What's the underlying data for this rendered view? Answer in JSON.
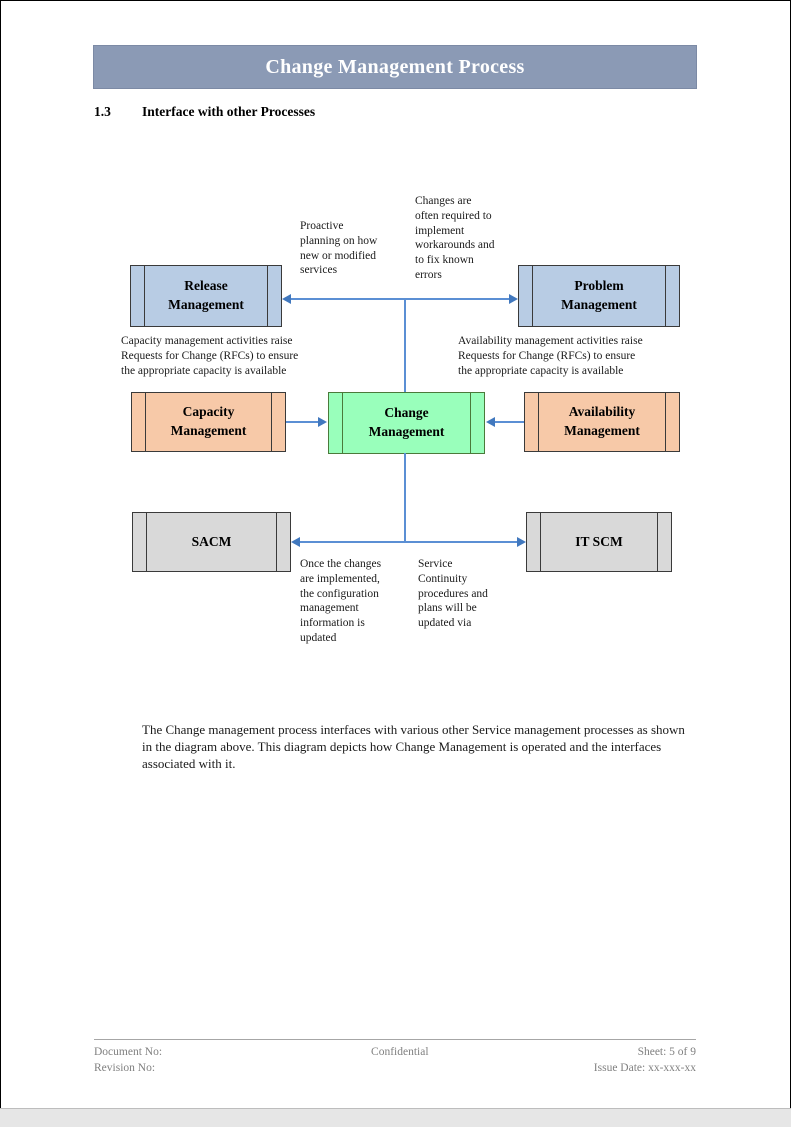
{
  "header": {
    "title": "Change Management Process"
  },
  "section": {
    "number": "1.3",
    "heading": "Interface with other Processes"
  },
  "colors": {
    "banner_bg": "#8B9AB5",
    "banner_text": "#FFFFFF",
    "box_blue": "#B8CCE4",
    "box_peach": "#F7C9A8",
    "box_green": "#99FFBB",
    "box_gray": "#D9D9D9",
    "connector": "#5B8FD4",
    "arrowhead": "#4178BE",
    "footer_text": "#808080"
  },
  "diagram": {
    "type": "process-interface-diagram",
    "boxes": [
      {
        "id": "release",
        "label": "Release\nManagement",
        "style": "blue",
        "row": "top",
        "column": "left"
      },
      {
        "id": "problem",
        "label": "Problem\nManagement",
        "style": "blue",
        "row": "top",
        "column": "right"
      },
      {
        "id": "capacity",
        "label": "Capacity\nManagement",
        "style": "peach",
        "row": "middle",
        "column": "left"
      },
      {
        "id": "change",
        "label": "Change\nManagement",
        "style": "green",
        "row": "middle",
        "column": "center"
      },
      {
        "id": "availability",
        "label": "Availability\nManagement",
        "style": "peach",
        "row": "middle",
        "column": "right"
      },
      {
        "id": "sacm",
        "label": "SACM",
        "style": "gray",
        "row": "bottom",
        "column": "left"
      },
      {
        "id": "itscm",
        "label": "IT SCM",
        "style": "gray",
        "row": "bottom",
        "column": "right"
      }
    ],
    "annotations": [
      {
        "id": "proactive-planning",
        "text": "Proactive\nplanning on how\nnew or modified\nservices",
        "relates_to": "release"
      },
      {
        "id": "changes-required",
        "text": "Changes are\noften required to\nimplement\nworkarounds and\nto fix known\nerrors",
        "relates_to": "problem"
      },
      {
        "id": "capacity-rfc",
        "text": "Capacity management activities raise\nRequests for Change (RFCs) to ensure\nthe appropriate capacity is available",
        "relates_to": "capacity"
      },
      {
        "id": "availability-rfc",
        "text": "Availability management activities raise\nRequests for Change (RFCs) to ensure\nthe appropriate capacity is available",
        "relates_to": "availability"
      },
      {
        "id": "configuration-update",
        "text": "Once the changes\nare implemented,\nthe configuration\nmanagement\ninformation is\nupdated",
        "relates_to": "sacm"
      },
      {
        "id": "service-continuity",
        "text": "Service\nContinuity\nprocedures and\nplans will be\nupdated via",
        "relates_to": "itscm"
      }
    ],
    "connectors": [
      {
        "id": "release-problem",
        "from": "release",
        "to": "problem",
        "direction": "bidirectional"
      },
      {
        "id": "capacity-change",
        "from": "capacity",
        "to": "change",
        "direction": "to-change"
      },
      {
        "id": "availability-change",
        "from": "availability",
        "to": "change",
        "direction": "to-change"
      },
      {
        "id": "change-up",
        "from": "change",
        "to": "release-problem",
        "direction": "vertical"
      },
      {
        "id": "change-down",
        "from": "change",
        "to": "sacm-itscm",
        "direction": "vertical"
      },
      {
        "id": "sacm-itscm",
        "from": "sacm",
        "to": "itscm",
        "direction": "bidirectional"
      }
    ]
  },
  "body": {
    "paragraph": "The Change management process interfaces with various other Service management processes as shown in the diagram above. This diagram depicts how Change Management is operated and the interfaces associated with it."
  },
  "footer": {
    "document_no": "Document No:",
    "revision_no": "Revision No:",
    "confidential": "Confidential",
    "sheet": "Sheet: 5 of 9",
    "issue_date": "Issue Date: xx-xxx-xx"
  }
}
